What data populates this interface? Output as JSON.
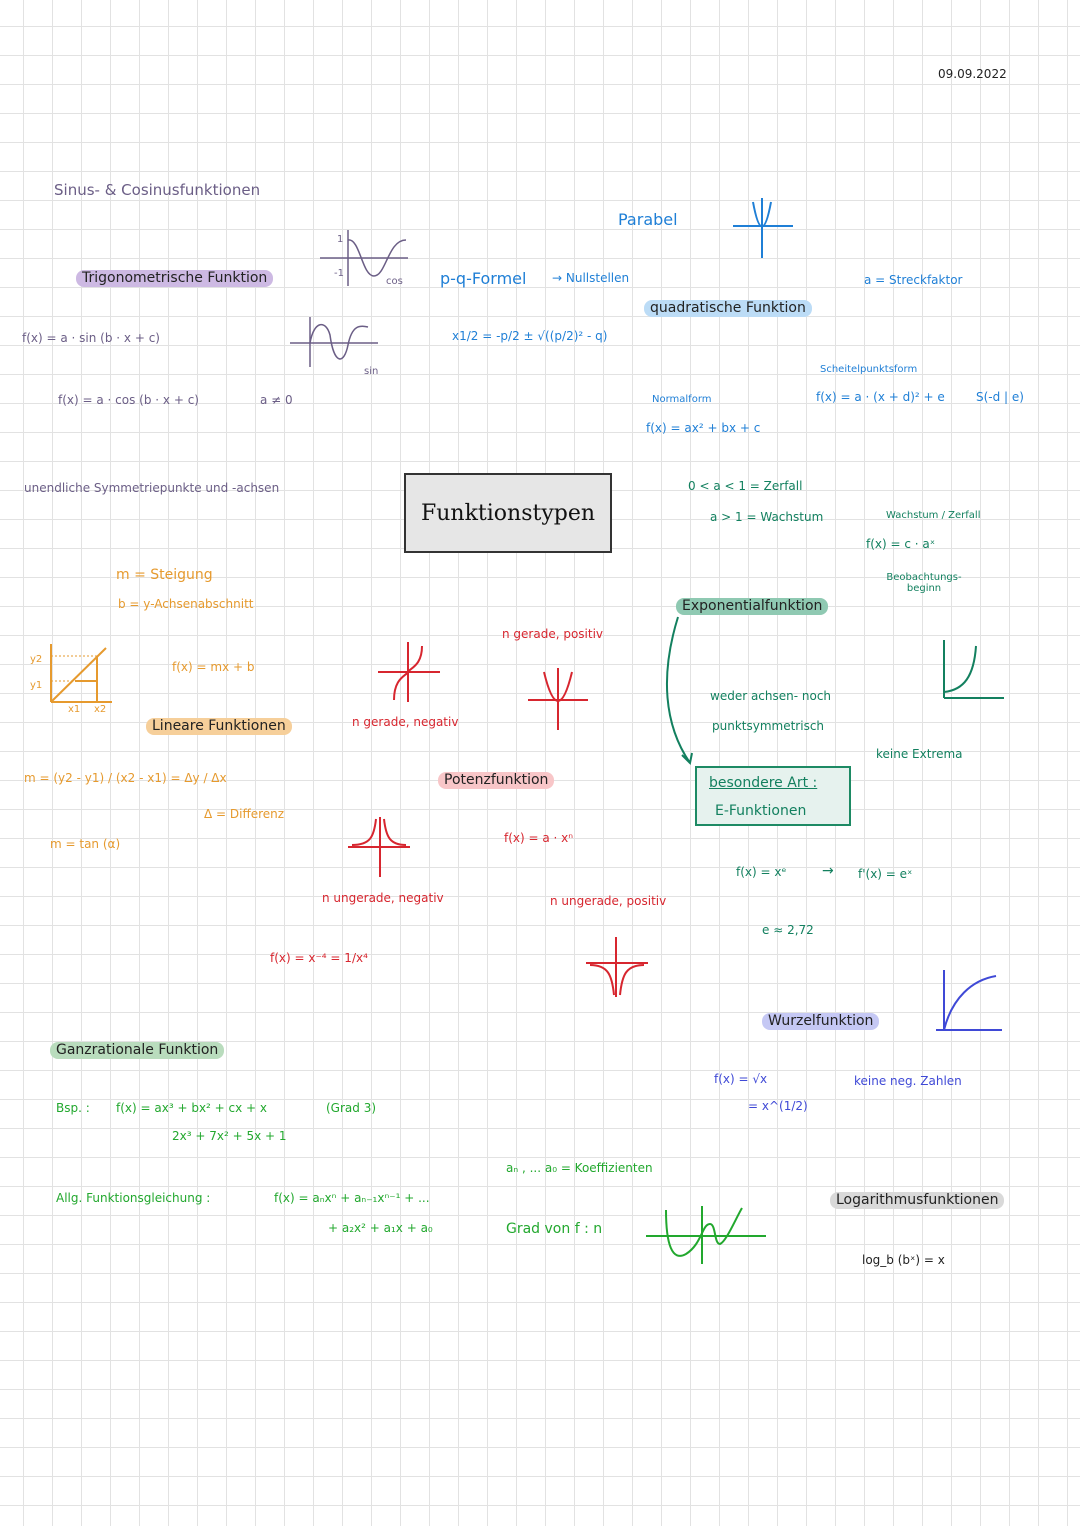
{
  "date": "09.09.2022",
  "title": "Funktionstypen",
  "trig": {
    "heading": "Sinus- & Cosinusfunktionen",
    "label": "Trigonometrische Funktion",
    "sin_formula": "f(x) = a · sin (b · x + c)",
    "cos_formula": "f(x) = a · cos (b · x + c)",
    "condition": "a ≠ 0",
    "cos_graph_label": "cos",
    "sin_graph_label": "sin",
    "tick_pos": "1",
    "tick_neg": "-1",
    "symmetry": "unendliche Symmetriepunkte und -achsen"
  },
  "quadratic": {
    "parabel": "Parabel",
    "pq": "p-q-Formel",
    "pq_arrow": "→ Nullstellen",
    "pq_formula": "x1/2 = -p/2 ± √((p/2)² - q)",
    "label": "quadratische Funktion",
    "streck": "a = Streckfaktor",
    "scheitel_title": "Scheitelpunktsform",
    "scheitel_formula": "f(x) = a · (x + d)² + e",
    "scheitel_point": "S(-d | e)",
    "normal_title": "Normalform",
    "normal_formula": "f(x) = ax² + bx + c"
  },
  "linear": {
    "m": "m = Steigung",
    "b": "b = y-Achsenabschnitt",
    "formula": "f(x) = mx + b",
    "label": "Lineare Funktionen",
    "slope_formula": "m = (y2 - y1) / (x2 - x1) = Δy / Δx",
    "delta": "Δ = Differenz",
    "tan": "m = tan (α)",
    "axis_y2": "y2",
    "axis_y1": "y1",
    "axis_x1": "x1",
    "axis_x2": "x2"
  },
  "power": {
    "label": "Potenzfunktion",
    "formula": "f(x) = a · xⁿ",
    "even_pos": "n gerade, positiv",
    "even_neg": "n gerade, negativ",
    "odd_neg": "n ungerade, negativ",
    "odd_pos": "n ungerade, positiv",
    "example": "f(x) = x⁻⁴ = 1/x⁴"
  },
  "exponential": {
    "decay": "0 < a < 1 = Zerfall",
    "growth": "a > 1 = Wachstum",
    "growth_decay": "Wachstum / Zerfall",
    "formula": "f(x) = c · aˣ",
    "start": "Beobachtungs-beginn",
    "label": "Exponentialfunktion",
    "symmetry1": "weder achsen- noch",
    "symmetry2": "punktsymmetrisch",
    "extrema": "keine Extrema",
    "special_title": "besondere Art :",
    "special_sub": "E-Funktionen",
    "e_formula": "f(x) = xᵉ",
    "e_arrow": "→",
    "e_derivative": "f'(x) = eˣ",
    "e_value": "e ≈ 2,72"
  },
  "root": {
    "label": "Wurzelfunktion",
    "formula": "f(x) = √x",
    "formula2": "= x^(1/2)",
    "note": "keine neg. Zahlen"
  },
  "polynomial": {
    "label": "Ganzrationale Funktion",
    "example_label": "Bsp. :",
    "example": "f(x) = ax³ + bx² + cx + x",
    "degree": "(Grad 3)",
    "example2": "2x³ + 7x² + 5x + 1",
    "general_label": "Allg. Funktionsgleichung :",
    "general1": "f(x) = aₙxⁿ + aₙ₋₁xⁿ⁻¹ + ...",
    "general2": "+ a₂x² + a₁x + a₀",
    "coeff": "aₙ , ... a₀ = Koeffizienten",
    "grad": "Grad von f : n"
  },
  "log": {
    "label": "Logarithmusfunktionen",
    "formula": "log_b (bˣ) = x"
  },
  "colors": {
    "purple": "#6b5e86",
    "blue": "#1f7fd6",
    "green": "#13805f",
    "orange": "#e69a2e",
    "red": "#d7262f",
    "lightgreen": "#22a82e",
    "indigo": "#3f49d6"
  }
}
